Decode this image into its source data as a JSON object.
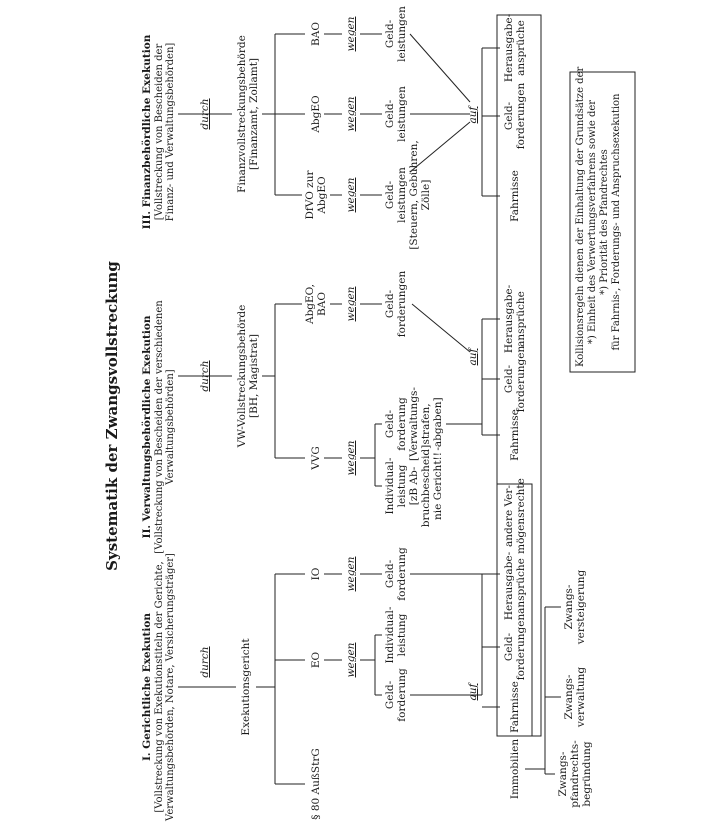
{
  "title": "Systematik der Zwangsvollstreckung",
  "sections": [
    {
      "heading": "I. Gerichtliche Exekution",
      "sub": [
        "[Vollstreckung von Exekutionstiteln der Gerichte,",
        "Verwaltungsbehörden, Notare, Versicherungsträger]"
      ],
      "durch": "durch",
      "authority": [
        "Exekutionsgericht"
      ],
      "laws": [
        "§ 80 AußStrG",
        "EO",
        "IO"
      ],
      "wegen": "wegen",
      "eo_items": [
        [
          "Geld-",
          "forderung"
        ],
        [
          "Individual-",
          "leistung"
        ]
      ],
      "io_item": [
        "Geld-",
        "forderung"
      ],
      "auf": "auf"
    },
    {
      "heading": "II. Verwaltungsbehördliche Exekution",
      "sub": [
        "[Vollstreckung von Bescheiden der verschiedenen",
        "Verwaltungsbehörden]"
      ],
      "durch": "durch",
      "authority": [
        "VW-Vollstreckungsbehörde",
        "[BH, Magistrat]"
      ],
      "laws": [
        "VVG",
        "AbgEO, BAO"
      ],
      "wegen": "wegen",
      "vvg_items": [
        [
          "Individual-",
          "leistung",
          "[zB Ab-",
          "bruchbescheid]",
          "nie Gericht!!"
        ],
        [
          "Geld-",
          "forderung",
          "[Verwaltungs-",
          "strafen,",
          "-abgaben]"
        ]
      ],
      "abg_item": [
        "Geld-",
        "forderungen"
      ],
      "auf": "auf"
    },
    {
      "heading": "III. Finanzbehördliche Exekution",
      "sub": [
        "[Vollstreckung von Bescheiden der",
        "Finanz- und Verwaltungsbehörden]"
      ],
      "durch": "durch",
      "authority": [
        "Finanzvollstreckungsbehörde",
        "[Finanzamt, Zollamt]"
      ],
      "laws": [
        "DfVO zur AbgEO",
        "AbgEO",
        "BAO"
      ],
      "wegen": "wegen",
      "items": [
        [
          "Geld-",
          "leistungen",
          "[Steuern, Gebühren,",
          "Zölle]"
        ],
        [
          "Geld-",
          "leistungen"
        ],
        [
          "Geld-",
          "leistungen"
        ]
      ],
      "auf": "auf"
    }
  ],
  "objects_I": [
    "Immobilien",
    "Fahrnisse",
    "Geld-|forderungen",
    "Herausgabe-|ansprüche",
    "andere Ver-|mögensrechte"
  ],
  "objects_II": [
    "Fahrnisse",
    "Geld-|forderungen",
    "Herausgabe-|ansprüche"
  ],
  "objects_III": [
    "Fahrnisse",
    "Geld-|forderungen",
    "Herausgabe-|ansprüche"
  ],
  "immobilien_sub": [
    [
      "Zwangs-",
      "pfandrechts-",
      "begründung"
    ],
    [
      "Zwangs-",
      "verwaltung"
    ],
    [
      "Zwangs-",
      "versteigerung"
    ]
  ],
  "note": [
    "Kollisionsregeln dienen der Einhaltung der Grundsätze der",
    "*) Einheit des Verwertungsverfahrens sowie der",
    "*) Priorität des Pfandrechtes",
    "für Fahrnis-, Forderungs- und Anspruchsexekution"
  ]
}
